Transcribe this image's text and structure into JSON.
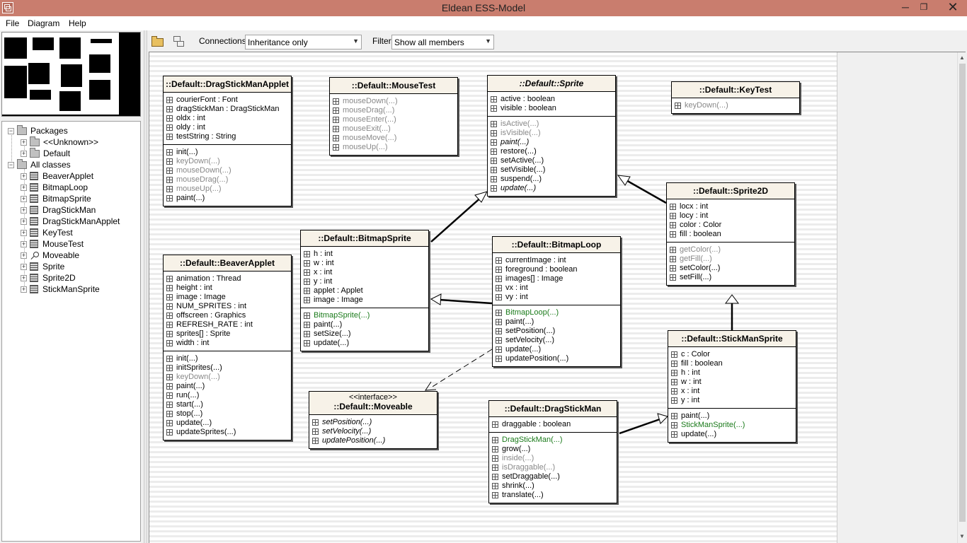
{
  "window": {
    "title": "Eldean ESS-Model",
    "minimize": "─",
    "maximize": "❐",
    "close": "✕"
  },
  "menu": [
    "File",
    "Diagram",
    "Help"
  ],
  "toolbar": {
    "connections_label": "Connections",
    "connections_value": "Inheritance only",
    "filter_label": "Filter",
    "filter_value": "Show all members"
  },
  "tree": {
    "packages_label": "Packages",
    "packages": [
      "<<Unknown>>",
      "Default"
    ],
    "all_classes_label": "All classes",
    "classes": [
      {
        "name": "BeaverApplet",
        "kind": "class"
      },
      {
        "name": "BitmapLoop",
        "kind": "class"
      },
      {
        "name": "BitmapSprite",
        "kind": "class"
      },
      {
        "name": "DragStickMan",
        "kind": "class"
      },
      {
        "name": "DragStickManApplet",
        "kind": "class"
      },
      {
        "name": "KeyTest",
        "kind": "class"
      },
      {
        "name": "MouseTest",
        "kind": "class"
      },
      {
        "name": "Moveable",
        "kind": "interface"
      },
      {
        "name": "Sprite",
        "kind": "class"
      },
      {
        "name": "Sprite2D",
        "kind": "class"
      },
      {
        "name": "StickManSprite",
        "kind": "class"
      }
    ]
  },
  "diagram": {
    "dragstickmanapplet": {
      "title": "::Default::DragStickManApplet",
      "attrs": [
        "courierFont : Font",
        "dragStickMan : DragStickMan",
        "oldx : int",
        "oldy : int",
        "testString : String"
      ],
      "ops": [
        [
          "init(...)",
          ""
        ],
        [
          "keyDown(...)",
          "gray"
        ],
        [
          "mouseDown(...)",
          "gray"
        ],
        [
          "mouseDrag(...)",
          "gray"
        ],
        [
          "mouseUp(...)",
          "gray"
        ],
        [
          "paint(...)",
          ""
        ]
      ]
    },
    "mousetest": {
      "title": "::Default::MouseTest",
      "ops": [
        [
          "mouseDown(...)",
          "gray"
        ],
        [
          "mouseDrag(...)",
          "gray"
        ],
        [
          "mouseEnter(...)",
          "gray"
        ],
        [
          "mouseExit(...)",
          "gray"
        ],
        [
          "mouseMove(...)",
          "gray"
        ],
        [
          "mouseUp(...)",
          "gray"
        ]
      ]
    },
    "sprite": {
      "title": "::Default::Sprite",
      "attrs": [
        "active : boolean",
        "visible : boolean"
      ],
      "ops": [
        [
          "isActive(...)",
          "gray"
        ],
        [
          "isVisible(...)",
          "gray"
        ],
        [
          "paint(...)",
          "ital"
        ],
        [
          "restore(...)",
          ""
        ],
        [
          "setActive(...)",
          ""
        ],
        [
          "setVisible(...)",
          ""
        ],
        [
          "suspend(...)",
          ""
        ],
        [
          "update(...)",
          "ital"
        ]
      ]
    },
    "keytest": {
      "title": "::Default::KeyTest",
      "ops": [
        [
          "keyDown(...)",
          "gray"
        ]
      ]
    },
    "sprite2d": {
      "title": "::Default::Sprite2D",
      "attrs": [
        "locx : int",
        "locy : int",
        "color : Color",
        "fill : boolean"
      ],
      "ops": [
        [
          "getColor(...)",
          "gray"
        ],
        [
          "getFill(...)",
          "gray"
        ],
        [
          "setColor(...)",
          ""
        ],
        [
          "setFill(...)",
          ""
        ]
      ]
    },
    "bitmapsprite": {
      "title": "::Default::BitmapSprite",
      "attrs": [
        "h : int",
        "w : int",
        "x : int",
        "y : int",
        "applet : Applet",
        "image : Image"
      ],
      "ops": [
        [
          "BitmapSprite(...)",
          "green"
        ],
        [
          "paint(...)",
          ""
        ],
        [
          "setSize(...)",
          ""
        ],
        [
          "update(...)",
          ""
        ]
      ]
    },
    "bitmaploop": {
      "title": "::Default::BitmapLoop",
      "attrs": [
        "currentImage : int",
        "foreground : boolean",
        "images[] : Image",
        "vx : int",
        "vy : int"
      ],
      "ops": [
        [
          "BitmapLoop(...)",
          "green"
        ],
        [
          "paint(...)",
          ""
        ],
        [
          "setPosition(...)",
          ""
        ],
        [
          "setVelocity(...)",
          ""
        ],
        [
          "update(...)",
          ""
        ],
        [
          "updatePosition(...)",
          ""
        ]
      ]
    },
    "beaverapplet": {
      "title": "::Default::BeaverApplet",
      "attrs": [
        "animation : Thread",
        "height : int",
        "image : Image",
        "NUM_SPRITES : int",
        "offscreen : Graphics",
        "REFRESH_RATE : int",
        "sprites[] : Sprite",
        "width : int"
      ],
      "ops": [
        [
          "init(...)",
          ""
        ],
        [
          "initSprites(...)",
          ""
        ],
        [
          "keyDown(...)",
          "gray"
        ],
        [
          "paint(...)",
          ""
        ],
        [
          "run(...)",
          ""
        ],
        [
          "start(...)",
          ""
        ],
        [
          "stop(...)",
          ""
        ],
        [
          "update(...)",
          ""
        ],
        [
          "updateSprites(...)",
          ""
        ]
      ]
    },
    "moveable": {
      "stereotype": "<<interface>>",
      "title": "::Default::Moveable",
      "ops": [
        [
          "setPosition(...)",
          "ital"
        ],
        [
          "setVelocity(...)",
          "ital"
        ],
        [
          "updatePosition(...)",
          "ital"
        ]
      ]
    },
    "dragstickman": {
      "title": "::Default::DragStickMan",
      "attrs": [
        "draggable : boolean"
      ],
      "ops": [
        [
          "DragStickMan(...)",
          "green"
        ],
        [
          "grow(...)",
          ""
        ],
        [
          "inside(...)",
          "gray"
        ],
        [
          "isDraggable(...)",
          "gray"
        ],
        [
          "setDraggable(...)",
          ""
        ],
        [
          "shrink(...)",
          ""
        ],
        [
          "translate(...)",
          ""
        ]
      ]
    },
    "stickmansprite": {
      "title": "::Default::StickManSprite",
      "attrs": [
        "c : Color",
        "fill : boolean",
        "h : int",
        "w : int",
        "x : int",
        "y : int"
      ],
      "ops": [
        [
          "paint(...)",
          ""
        ],
        [
          "StickManSprite(...)",
          "green"
        ],
        [
          "update(...)",
          ""
        ]
      ]
    }
  }
}
